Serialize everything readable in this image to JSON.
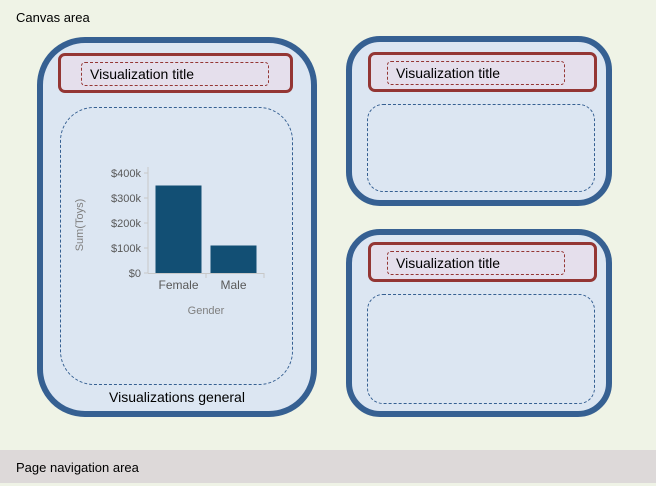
{
  "canvas": {
    "label": "Canvas area"
  },
  "visualizations": {
    "main": {
      "title": "Visualization title",
      "general_label": "Visualizations general"
    },
    "top_right": {
      "title": "Visualization title"
    },
    "bottom_right": {
      "title": "Visualization title"
    }
  },
  "page_navigation": {
    "label": "Page navigation area"
  },
  "colors": {
    "canvas_bg": "#eff3e6",
    "viz_bg": "#dce6f2",
    "viz_border": "#366092",
    "title_bg": "#e5dfec",
    "title_border": "#943634",
    "bar": "#124f74",
    "nav_bg": "#ddd9d9"
  },
  "chart_data": {
    "type": "bar",
    "categories": [
      "Female",
      "Male"
    ],
    "values": [
      350000,
      110000
    ],
    "xlabel": "Gender",
    "ylabel": "Sum(Toys)",
    "ylim": [
      0,
      400000
    ],
    "yticks": [
      {
        "value": 0,
        "label": "$0"
      },
      {
        "value": 100000,
        "label": "$100k"
      },
      {
        "value": 200000,
        "label": "$200k"
      },
      {
        "value": 300000,
        "label": "$300k"
      },
      {
        "value": 400000,
        "label": "$400k"
      }
    ]
  }
}
